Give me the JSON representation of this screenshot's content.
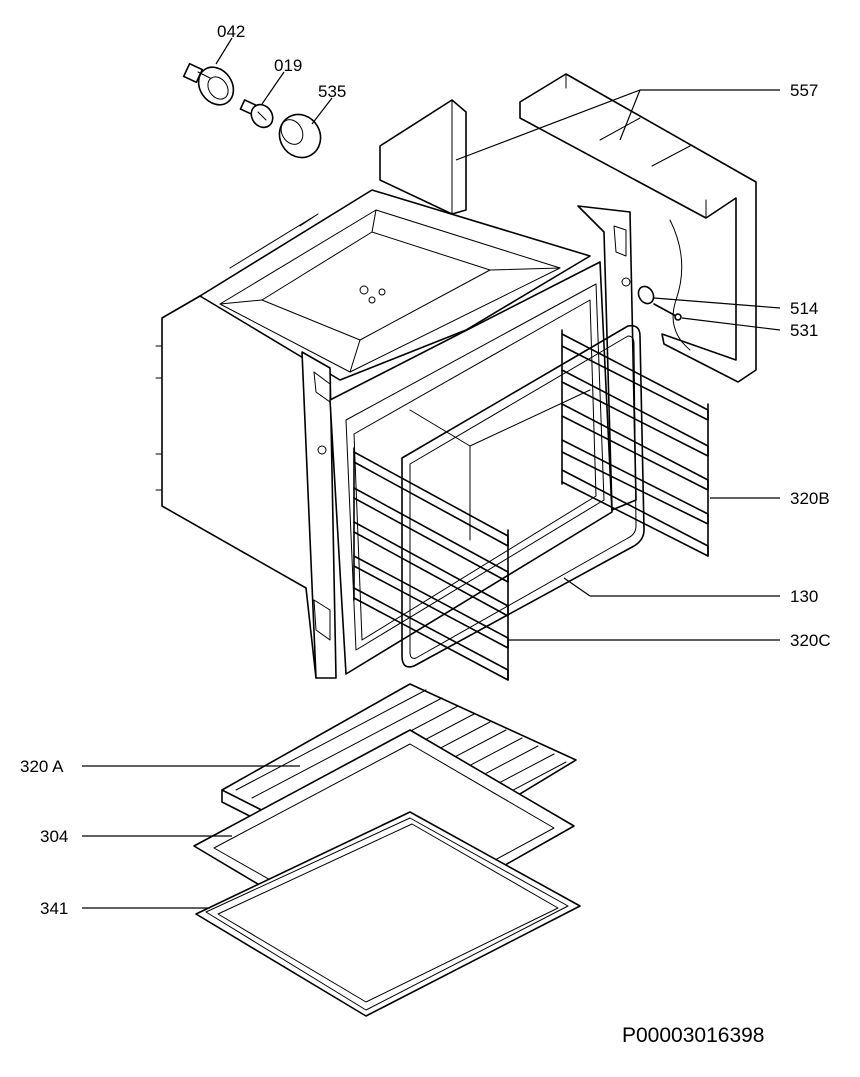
{
  "callouts": {
    "part_042": "042",
    "part_019": "019",
    "part_535": "535",
    "part_557": "557",
    "part_514": "514",
    "part_531": "531",
    "part_320b": "320B",
    "part_130": "130",
    "part_320c": "320C",
    "part_320a": "320 A",
    "part_304": "304",
    "part_341": "341"
  },
  "drawing_code": "P00003016398"
}
